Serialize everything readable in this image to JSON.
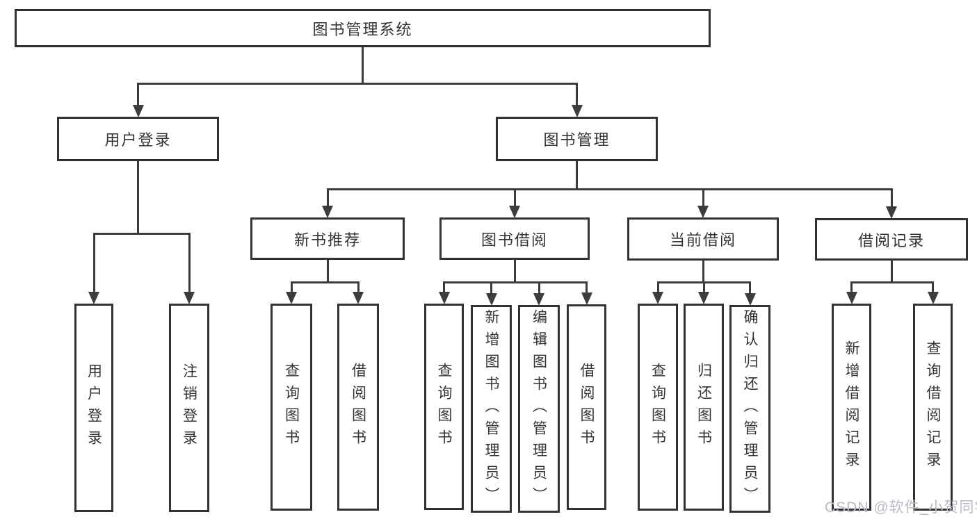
{
  "diagram": {
    "nodes": [
      {
        "id": "root",
        "label": "图书管理系统",
        "parent": null
      },
      {
        "id": "user-login",
        "label": "用户登录",
        "parent": "root"
      },
      {
        "id": "book-mgmt",
        "label": "图书管理",
        "parent": "root"
      },
      {
        "id": "new-book-rec",
        "label": "新书推荐",
        "parent": "book-mgmt"
      },
      {
        "id": "book-borrow",
        "label": "图书借阅",
        "parent": "book-mgmt"
      },
      {
        "id": "current-borrow",
        "label": "当前借阅",
        "parent": "book-mgmt"
      },
      {
        "id": "borrow-records",
        "label": "借阅记录",
        "parent": "book-mgmt"
      },
      {
        "id": "login",
        "label": "用户登录",
        "parent": "user-login"
      },
      {
        "id": "logout",
        "label": "注销登录",
        "parent": "user-login"
      },
      {
        "id": "query-book-recommend",
        "label": "查询图书",
        "parent": "new-book-rec"
      },
      {
        "id": "borrow-book-recommend",
        "label": "借阅图书",
        "parent": "new-book-rec"
      },
      {
        "id": "query-book-borrow",
        "label": "查询图书",
        "parent": "book-borrow"
      },
      {
        "id": "add-book-admin",
        "label": "新增图书（管理员）",
        "parent": "book-borrow"
      },
      {
        "id": "edit-book-admin",
        "label": "编辑图书（管理员）",
        "parent": "book-borrow"
      },
      {
        "id": "borrow-book",
        "label": "借阅图书",
        "parent": "book-borrow"
      },
      {
        "id": "query-book-current",
        "label": "查询图书",
        "parent": "current-borrow"
      },
      {
        "id": "return-book",
        "label": "归还图书",
        "parent": "current-borrow"
      },
      {
        "id": "confirm-return-admin",
        "label": "确认归还（管理员）",
        "parent": "current-borrow"
      },
      {
        "id": "add-borrow-record",
        "label": "新增借阅记录",
        "parent": "borrow-records"
      },
      {
        "id": "query-borrow-record",
        "label": "查询借阅记录",
        "parent": "borrow-records"
      }
    ]
  },
  "watermark": {
    "text": "CSDN @软件_小贺同学"
  },
  "colors": {
    "line": "#3c3c3c",
    "box_border": "#323232",
    "text": "#333333",
    "watermark": "#b9bac4",
    "background": "#ffffff"
  }
}
